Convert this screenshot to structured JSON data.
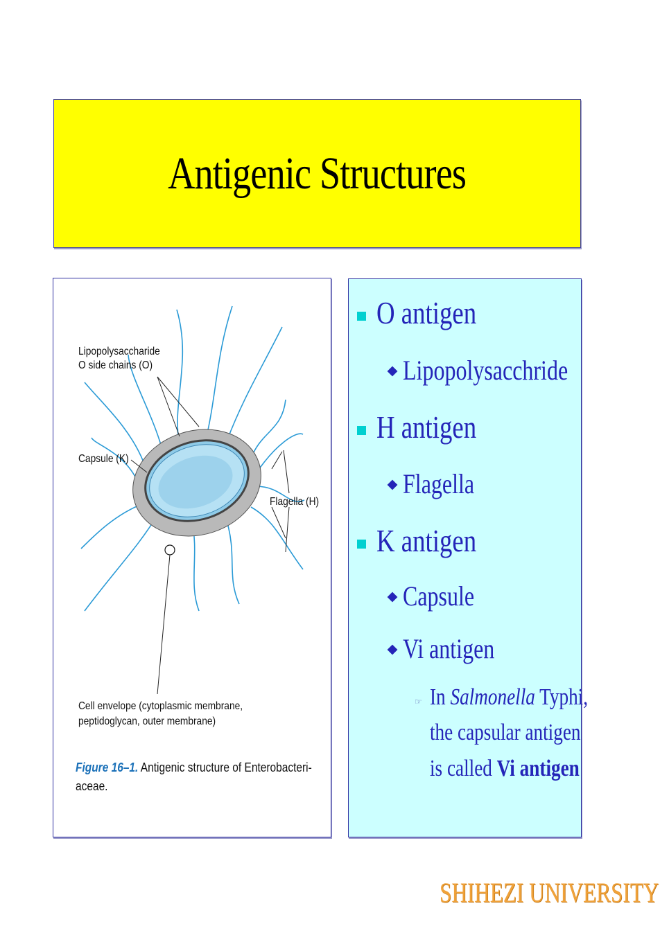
{
  "slide": {
    "title": "Antigenic Structures",
    "footer": "SHIHEZI UNIVERSITY"
  },
  "figure": {
    "labels": {
      "lps_line1": "Lipopolysaccharide",
      "lps_line2": "O side chains (O)",
      "capsule": "Capsule (K)",
      "flagella": "Flagella (H)",
      "envelope_line1": "Cell envelope (cytoplasmic membrane,",
      "envelope_line2": "peptidoglycan, outer membrane)"
    },
    "caption_number": "Figure 16–1.",
    "caption_text_line1": "Antigenic structure of Enterobacteri-",
    "caption_text_line2": "aceae."
  },
  "outline": {
    "o_antigen": "O antigen",
    "o_sub": "Lipopolysacchride",
    "h_antigen": "H antigen",
    "h_sub": "Flagella",
    "k_antigen": "K antigen",
    "k_sub1": "Capsule",
    "k_sub2": "Vi antigen",
    "note_in": "In",
    "note_genus": "Salmonella",
    "note_typhi": "Typhi,",
    "note_line2": "the capsular antigen",
    "note_line3_prefix": "is called",
    "note_line3_bold": "Vi antigen"
  },
  "colors": {
    "title_bg": "#ffff00",
    "panel_bg": "#ccffff",
    "text_blue": "#2424b8",
    "bullet_cyan": "#00d0d0",
    "footer_orange": "#f0a23a",
    "flagella_blue": "#2a9ad6"
  }
}
